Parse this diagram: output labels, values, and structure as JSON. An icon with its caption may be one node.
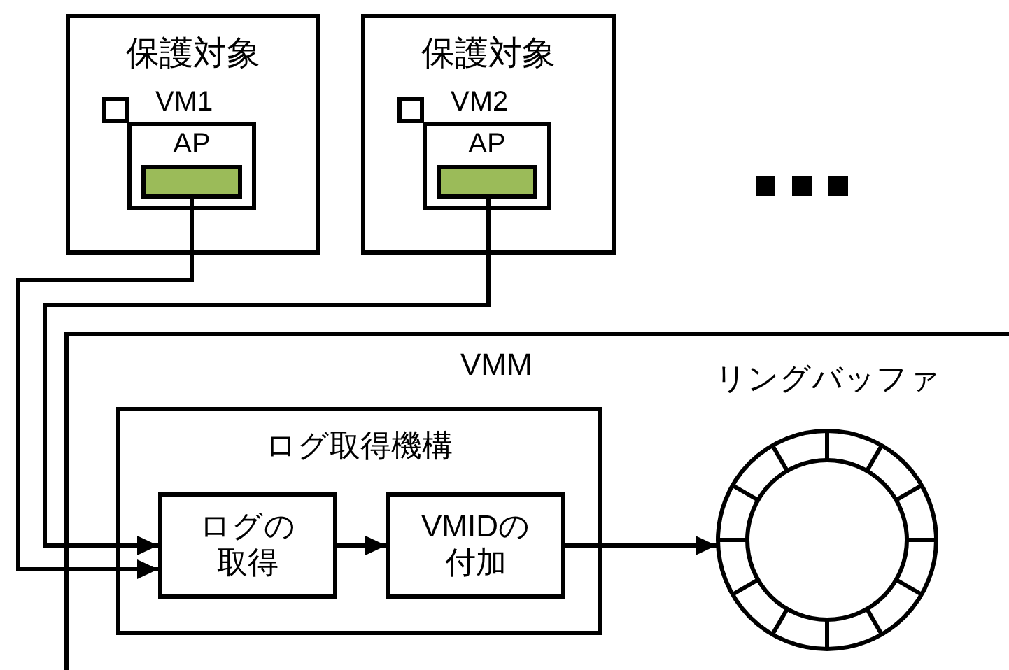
{
  "diagram": {
    "nodes": [
      {
        "text": [
          "保護対象"
        ]
      },
      {
        "text": [
          "AP"
        ],
        "beside": [
          "VM1"
        ],
        "in": 0
      },
      {
        "text": [],
        "shape": "bar",
        "in": 1
      },
      {
        "text": [
          "保護対象"
        ]
      },
      {
        "text": [
          "AP"
        ],
        "beside": [
          "VM2"
        ],
        "in": 3
      },
      {
        "text": [],
        "shape": "bar",
        "in": 4
      },
      {
        "text": [
          "VMM"
        ]
      },
      {
        "text": [
          "ログ取得機構"
        ],
        "in": 6
      },
      {
        "text": [
          "ログの取得"
        ],
        "in": 7
      },
      {
        "text": [
          "VMIDの付加"
        ],
        "in": 7
      },
      {
        "text": [
          "リングバッファ"
        ],
        "in": 6
      }
    ],
    "edges": [
      {
        "from": 2,
        "to": 8,
        "arrow": "to"
      },
      {
        "from": 5,
        "to": 8,
        "arrow": "to"
      },
      {
        "from": 8,
        "to": 9,
        "arrow": "to"
      },
      {
        "from": 9,
        "to": 10,
        "arrow": "to"
      }
    ]
  }
}
